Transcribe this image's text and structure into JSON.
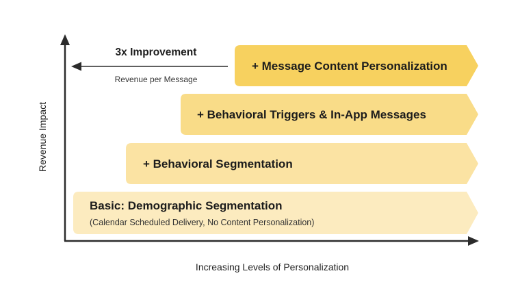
{
  "axes": {
    "y_title": "Revenue Impact",
    "x_title": "Increasing Levels of Personalization"
  },
  "steps": [
    {
      "title": "Basic: Demographic Segmentation",
      "subtitle": "(Calendar Scheduled Delivery, No Content Personalization)",
      "color": "#fcebbf"
    },
    {
      "title": "+ Behavioral Segmentation",
      "subtitle": "",
      "color": "#fbe3a3"
    },
    {
      "title": "+ Behavioral Triggers & In-App Messages",
      "subtitle": "",
      "color": "#f9dc88"
    },
    {
      "title": "+ Message Content Personalization",
      "subtitle": "",
      "color": "#f7d15f"
    }
  ],
  "improvement": {
    "title": "3x Improvement",
    "subtitle": "Revenue per Message"
  },
  "colors": {
    "axis": "#2b2b2b",
    "text": "#1c1c1c"
  }
}
